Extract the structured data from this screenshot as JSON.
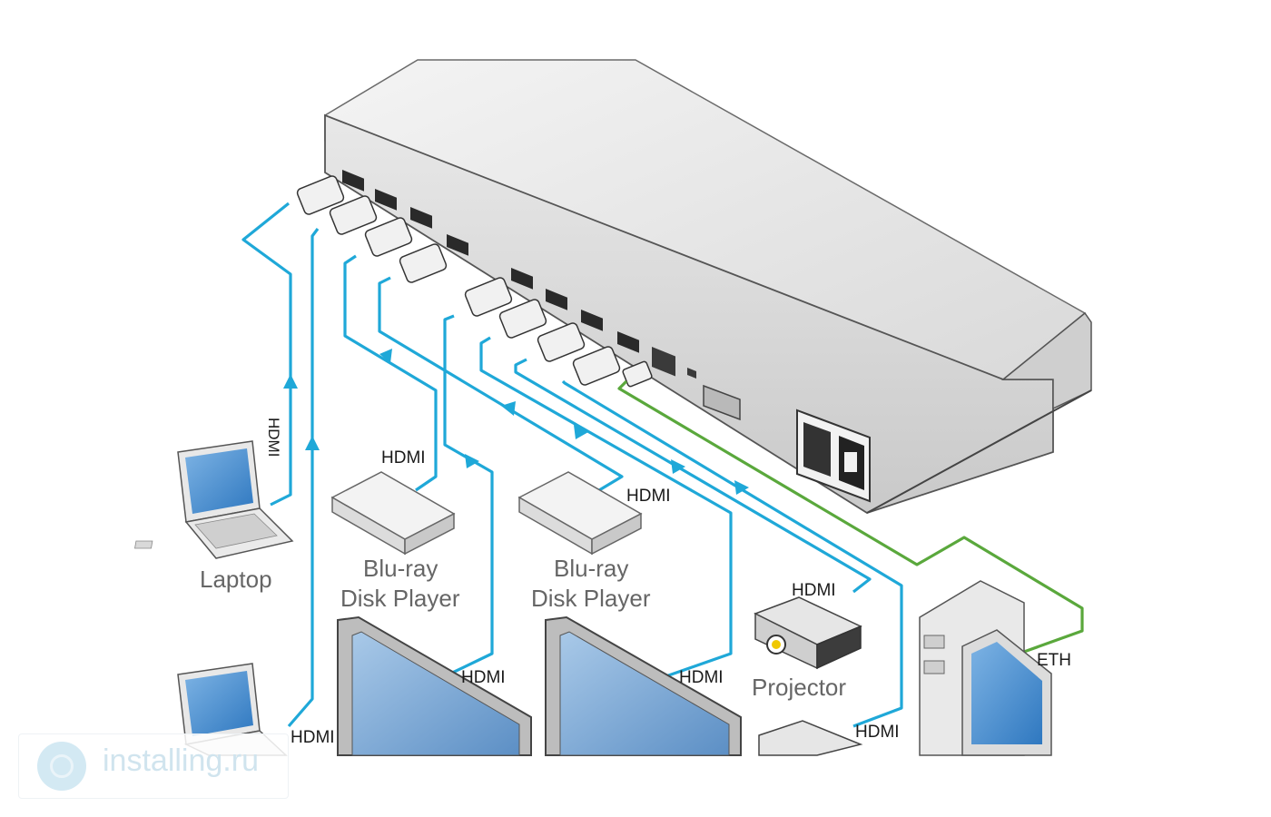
{
  "labels": {
    "laptop": "Laptop",
    "bluray1_line1": "Blu-ray",
    "bluray1_line2": "Disk Player",
    "bluray2_line1": "Blu-ray",
    "bluray2_line2": "Disk Player",
    "projector": "Projector",
    "hdmi_vertical": "HDMI",
    "hdmi_bluray1": "HDMI",
    "hdmi_bluray2": "HDMI",
    "hdmi_display1": "HDMI",
    "hdmi_display2": "HDMI",
    "hdmi_projector1": "HDMI",
    "hdmi_projector2": "HDMI",
    "hdmi_laptop2": "HDMI",
    "eth": "ETH"
  },
  "watermark": "installing.ru",
  "colors": {
    "hdmi_cable": "#1fa8d8",
    "eth_cable": "#5aa83c",
    "device_body": "#e6e6e6",
    "device_edge": "#666666",
    "screen": "#4d96d6"
  }
}
